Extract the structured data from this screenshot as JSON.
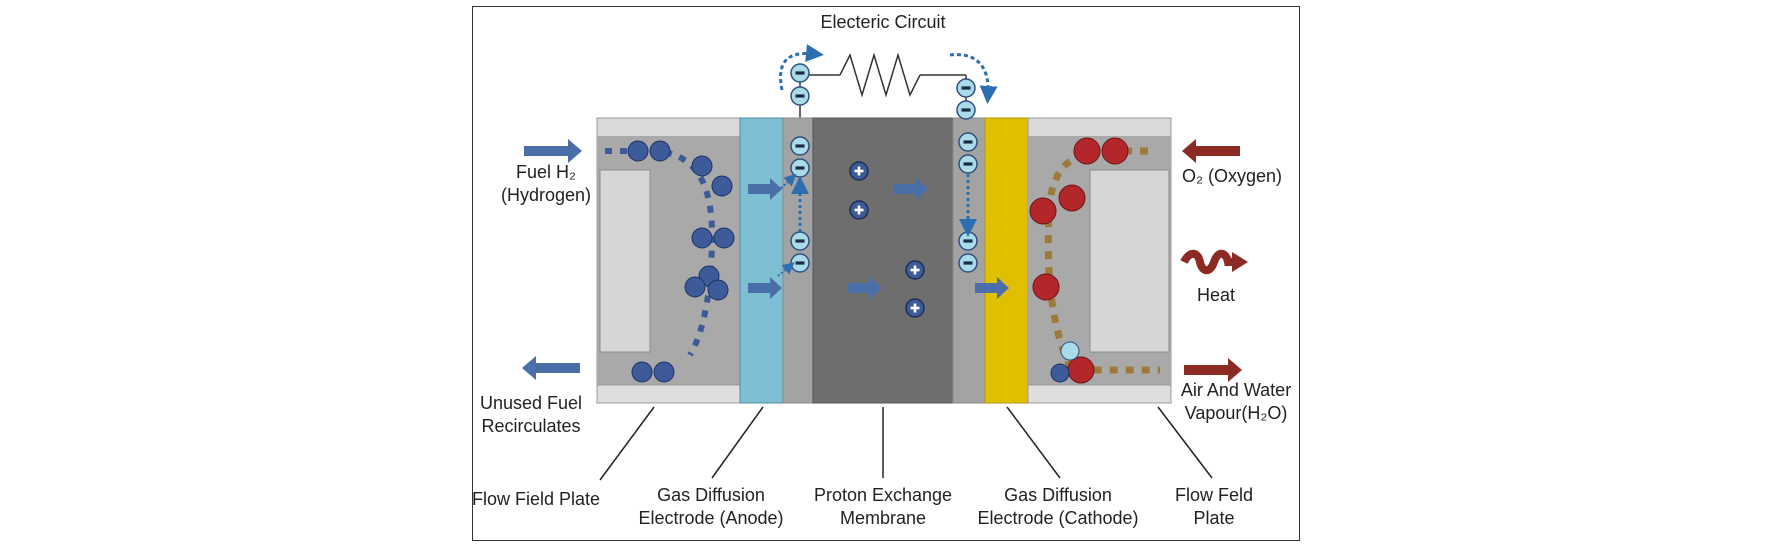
{
  "title": "Electeric Circuit",
  "labels": {
    "fuel_line1": "Fuel H₂",
    "fuel_line2": "(Hydrogen)",
    "unused_line1": "Unused Fuel",
    "unused_line2": "Recirculates",
    "oxygen": "O₂ (Oxygen)",
    "heat": "Heat",
    "air_line1": "Air And Water",
    "air_line2": "Vapour(H₂O)"
  },
  "components": {
    "flow_plate_left": "Flow Field Plate",
    "gde_anode_line1": "Gas Diffusion",
    "gde_anode_line2": "Electrode (Anode)",
    "pem_line1": "Proton Exchange",
    "pem_line2": "Membrane",
    "gde_cathode_line1": "Gas Diffusion",
    "gde_cathode_line2": "Electrode (Cathode)",
    "flow_plate_right_line1": "Flow Feld",
    "flow_plate_right_line2": "Plate"
  },
  "colors": {
    "hydrogen": "#3d5a99",
    "oxygen": "#b3262a",
    "anode": "#7fbfd4",
    "cathode": "#e0bf00",
    "membrane": "#6e6e6e",
    "electron": "#a9dbe8",
    "arrow_blue": "#4a6ea8",
    "arrow_red": "#8c2a24"
  }
}
